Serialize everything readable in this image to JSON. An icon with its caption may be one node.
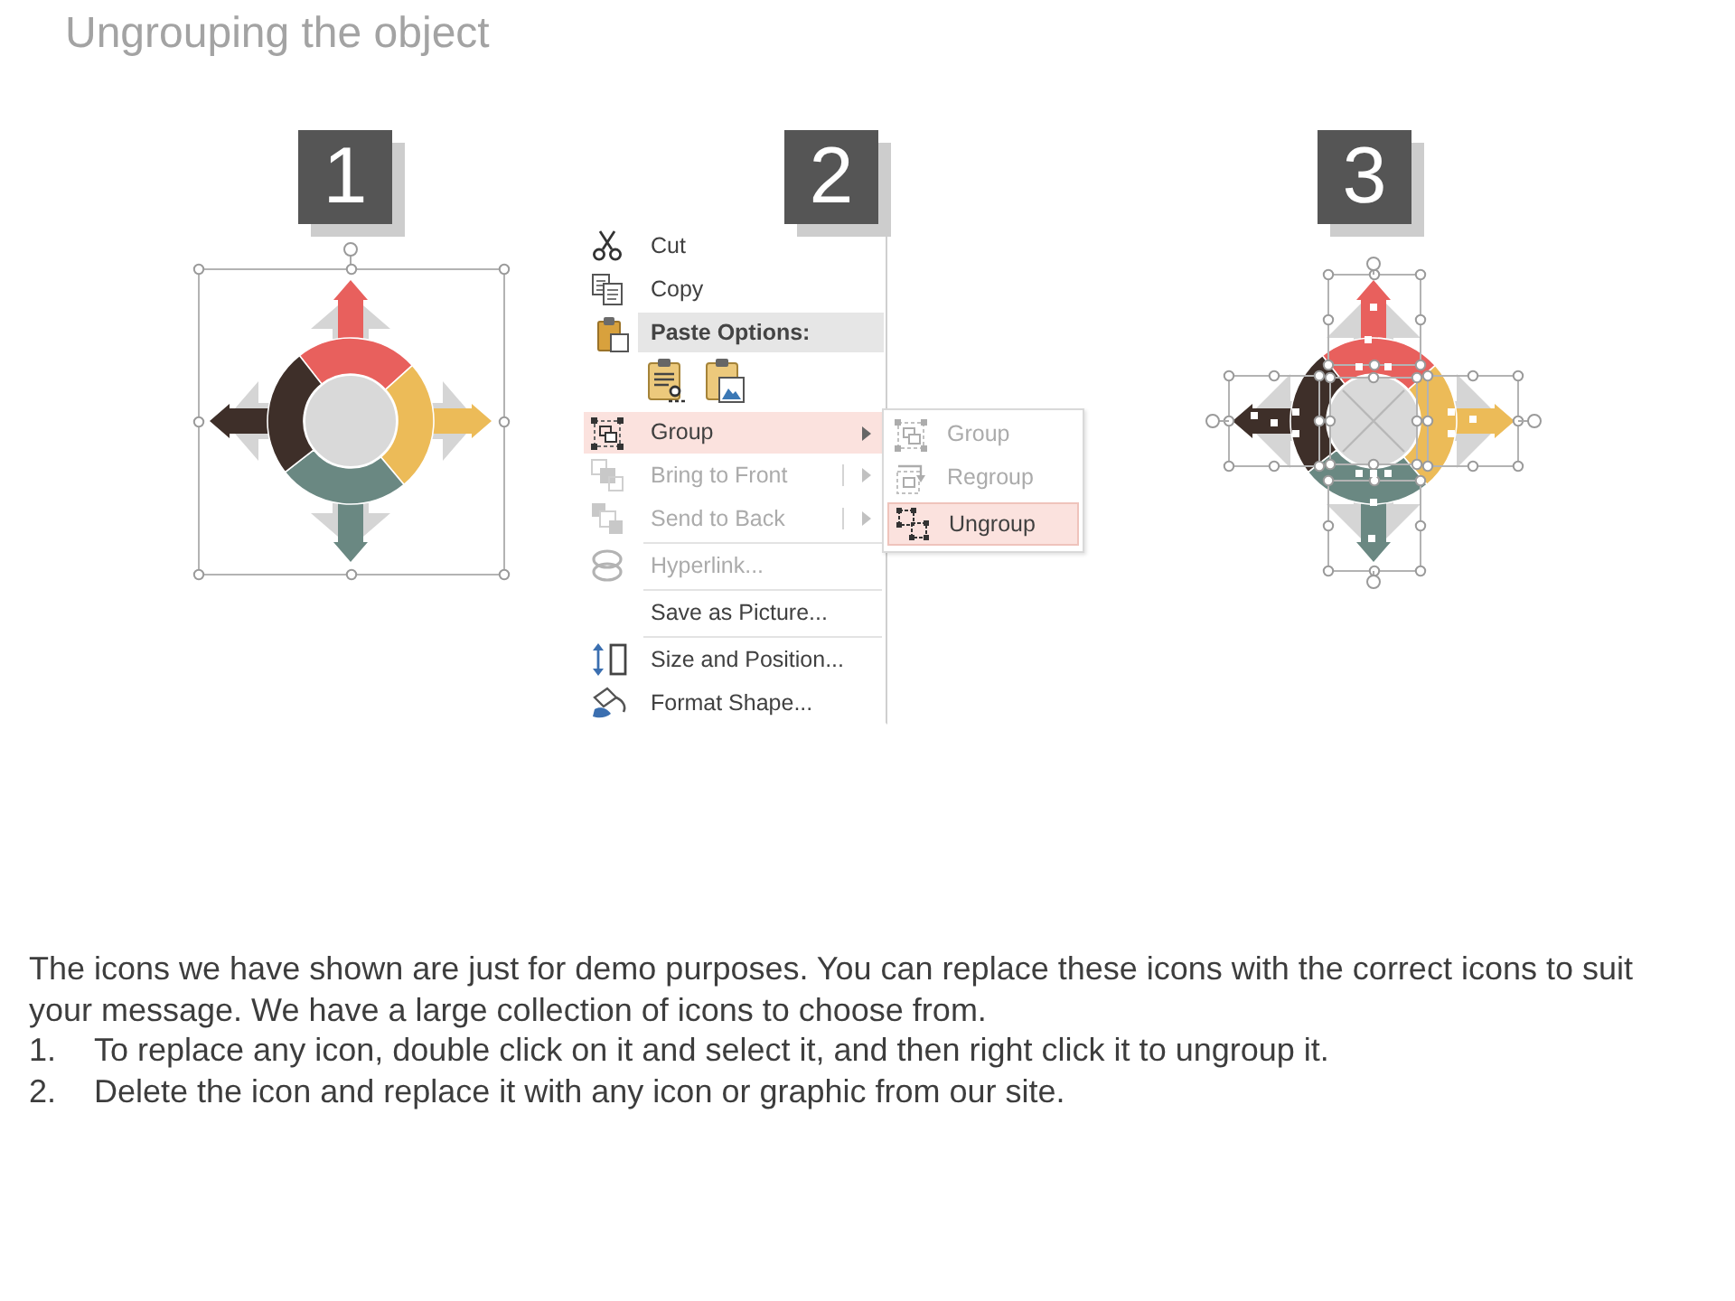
{
  "diagram": {
    "title": "Ungrouping the object",
    "nodes": [
      {
        "text": [
          "1"
        ]
      },
      {
        "text": [
          "2"
        ]
      },
      {
        "text": [
          "3"
        ]
      },
      {
        "text": [],
        "shape": "box"
      },
      {
        "text": [
          "Cut"
        ],
        "in": 3
      },
      {
        "text": [
          "Copy"
        ],
        "in": 3
      },
      {
        "text": [
          "Paste Options:"
        ],
        "in": 3
      },
      {
        "text": [
          "Group"
        ],
        "in": 3
      },
      {
        "text": [
          "Bring to Front"
        ],
        "in": 3
      },
      {
        "text": [
          "Send to Back"
        ],
        "in": 3
      },
      {
        "text": [
          "Hyperlink..."
        ],
        "in": 3
      },
      {
        "text": [
          "Save as Picture..."
        ],
        "in": 3
      },
      {
        "text": [
          "Size and Position..."
        ],
        "in": 3
      },
      {
        "text": [
          "Format Shape..."
        ],
        "in": 3
      },
      {
        "text": [],
        "shape": "box"
      },
      {
        "text": [
          "Group"
        ],
        "in": 14
      },
      {
        "text": [
          "Regroup"
        ],
        "in": 14
      },
      {
        "text": [
          "Ungroup"
        ],
        "in": 14
      }
    ],
    "labels": [
      "The icons we have shown are just for demo purposes. You can replace these icons with the correct icons to suit your message. We have a large collection of icons to choose from.",
      "1.",
      "To replace any icon, double click on it and select it, and then right click it to ungroup it.",
      "2.",
      "Delete the icon and replace it with any icon or graphic from our site."
    ]
  }
}
